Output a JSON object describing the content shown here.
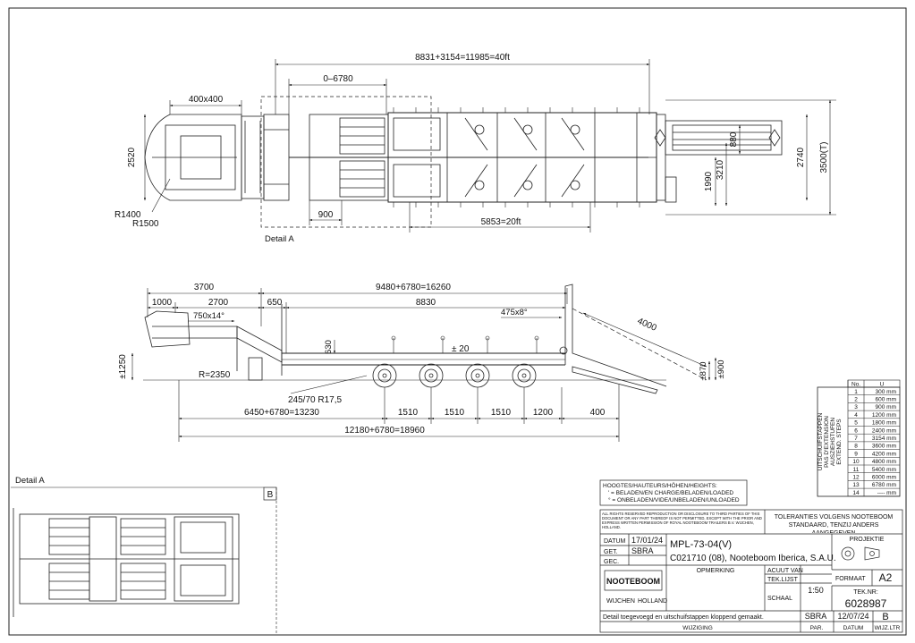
{
  "plan_view": {
    "overall_length": "8831+3154=11985=40ft",
    "extension": "0–6780",
    "neck_width": "400x400",
    "width_2520": "2520",
    "radius_1400": "R1400",
    "radius_1500": "R1500",
    "dim_900": "900",
    "dim_5853": "5853=20ft",
    "dim_1990": "1990",
    "dim_3210": "3210",
    "dim_880": "880",
    "dim_2740": "2740",
    "dim_3500": "3500(T)",
    "detail_label": "Detail  A"
  },
  "side_view": {
    "dim_3700": "3700",
    "dim_total_top": "9480+6780=16260",
    "dim_1000": "1000",
    "dim_2700": "2700",
    "dim_650": "650",
    "dim_8830": "8830",
    "dim_750": "750x14°",
    "dim_475": "475x8°",
    "dim_4000": "4000",
    "dim_1250": "±1250",
    "dim_630": "630",
    "angle_20": "± 20",
    "radius_2350": "R=2350",
    "tyre": "245/70 R17,5",
    "dim_870": "±870",
    "dim_900": "±900",
    "dim_13230": "6450+6780=13230",
    "dim_1510a": "1510",
    "dim_1510b": "1510",
    "dim_1510c": "1510",
    "dim_1200": "1200",
    "dim_400": "400",
    "dim_18960": "12180+6780=18960"
  },
  "extension_table": {
    "side_label_lines": [
      "UITSCHUIFSTAPPEN",
      "PAS D'EXTENSION",
      "AUSZIEHSTUFEN",
      "EXTEND. STEPS"
    ],
    "col_no": "No.",
    "col_u": "U",
    "rows": [
      {
        "no": "1",
        "u": "300 mm"
      },
      {
        "no": "2",
        "u": "600 mm"
      },
      {
        "no": "3",
        "u": "900 mm"
      },
      {
        "no": "4",
        "u": "1200 mm"
      },
      {
        "no": "5",
        "u": "1800 mm"
      },
      {
        "no": "6",
        "u": "2400 mm"
      },
      {
        "no": "7",
        "u": "3154 mm"
      },
      {
        "no": "8",
        "u": "3600 mm"
      },
      {
        "no": "9",
        "u": "4200 mm"
      },
      {
        "no": "10",
        "u": "4800 mm"
      },
      {
        "no": "11",
        "u": "5400 mm"
      },
      {
        "no": "12",
        "u": "6000 mm"
      },
      {
        "no": "13",
        "u": "6780 mm"
      },
      {
        "no": "14",
        "u": "---- mm"
      }
    ]
  },
  "heights_note": {
    "title": "HOOGTES/HAUTEURS/HÖHEN/HEIGHTS:",
    "line1": "' = BELADEN/EN CHARGE/BELADEN/LOADED",
    "line2": "° = ONBELADEN/VIDE/UNBELADEN/UNLOADED"
  },
  "detail_a": {
    "label": "Detail  A",
    "box_letter": "B"
  },
  "title_block": {
    "rights_notice": "ALL RIGHTS RESERVED REPRODUCTION OR DISCLOSURE TO THIRD PARTIES OF THIS DOCUMENT OR ANY PART THEREOF IS NOT PERMITTED, EXCEPT WITH THE PRIOR AND EXPRESS WRITTEN PERMISSION OF ROYAL NOOTEBOOM TRAILERS B.V. WIJCHEN, HOLLAND.",
    "tolerances": "TOLERANTIES VOLGENS NOOTEBOOM STANDAARD, TENZIJ ANDERS AANGEGEVEN",
    "projection_label": "PROJEKTIE",
    "datum_label": "DATUM",
    "datum_value": "17/01/24",
    "get_label": "GET.",
    "get_value": "SBRA",
    "gec_label": "GEC.",
    "model": "MPL-73-04(V)",
    "customer": "C021710 (08), Nooteboom Iberica, S.A.U.",
    "logo_text": "NOOTEBOOM",
    "city": "WIJCHEN",
    "country": "HOLLAND",
    "opmerking_label": "OPMERKING",
    "acuut_label": "ACUUT VAN",
    "teklijst_label": "TEK.LIJST",
    "schaal_label": "SCHAAL",
    "schaal_value": "1:50",
    "formaat_label": "FORMAAT",
    "formaat_value": "A2",
    "teknr_label": "TEK.NR:",
    "teknr_value": "6028987",
    "revision_text": "Detail toegevoegd en uitschuifstappen kloppend gemaakt.",
    "revision_by": "SBRA",
    "revision_date": "12/07/24",
    "revision_letter": "B",
    "wijziging_label": "WIJZIGING",
    "par_label": "PAR.",
    "datum_label2": "DATUM",
    "wijz_label": "WIJZ.LTR"
  }
}
